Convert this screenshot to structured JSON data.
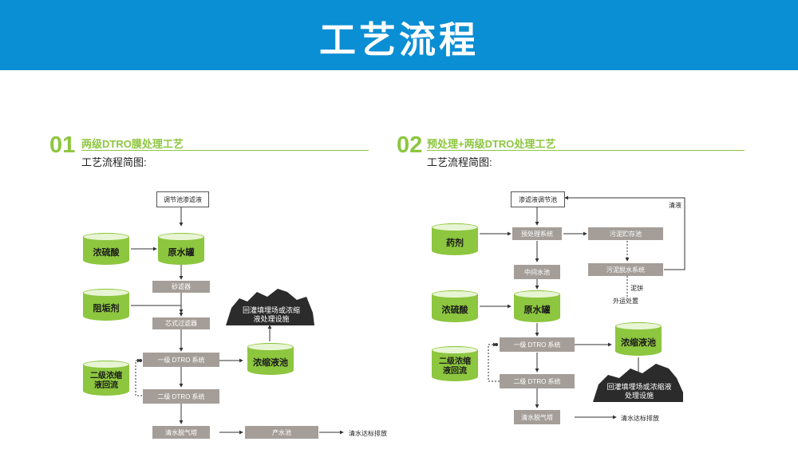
{
  "header": {
    "title": "工艺流程"
  },
  "colors": {
    "banner": "#0a8ed4",
    "accent": "#8dc63f",
    "box": "#a59e98",
    "rock": "#2b2b2b"
  },
  "section1": {
    "number": "01",
    "title": "两级DTRO膜处理工艺",
    "subtitle": "工艺流程简图:",
    "nodes": {
      "regulating_pool": "调节池渗滤液",
      "sulfuric_acid": "浓硫酸",
      "raw_tank": "原水罐",
      "sand_filter": "砂滤器",
      "antiscalant": "阻垢剂",
      "cartridge_filter": "芯式过滤器",
      "dtro1": "一级 DTRO 系统",
      "dtro2": "二级 DTRO 系统",
      "reflux": "二级浓缩液回流",
      "concentrate_pool": "浓缩液池",
      "reinjection": "回灌填埋场或浓缩液处理设施",
      "degas": "清水脱气塔",
      "product_pool": "产水池",
      "discharge": "清水达标排放"
    }
  },
  "section2": {
    "number": "02",
    "title": "预处理+两级DTRO处理工艺",
    "subtitle": "工艺流程简图:",
    "nodes": {
      "leachate_pool": "渗滤液调节池",
      "clear_liquid": "清液",
      "chemicals": "药剂",
      "pretreatment": "预处理系统",
      "sludge_storage": "污泥贮存池",
      "sludge_dewater": "污泥脱水系统",
      "mud_cake": "泥饼",
      "external": "外运处置",
      "middle_pool": "中间水池",
      "sulfuric_acid": "浓硫酸",
      "raw_tank": "原水罐",
      "dtro1": "一级 DTRO 系统",
      "concentrate_pool": "浓缩液池",
      "reflux": "二级浓缩液回流",
      "dtro2": "二级 DTRO 系统",
      "reinjection": "回灌填埋场或浓缩液处理设施",
      "degas": "清水脱气塔",
      "discharge": "清水达标排放"
    }
  }
}
